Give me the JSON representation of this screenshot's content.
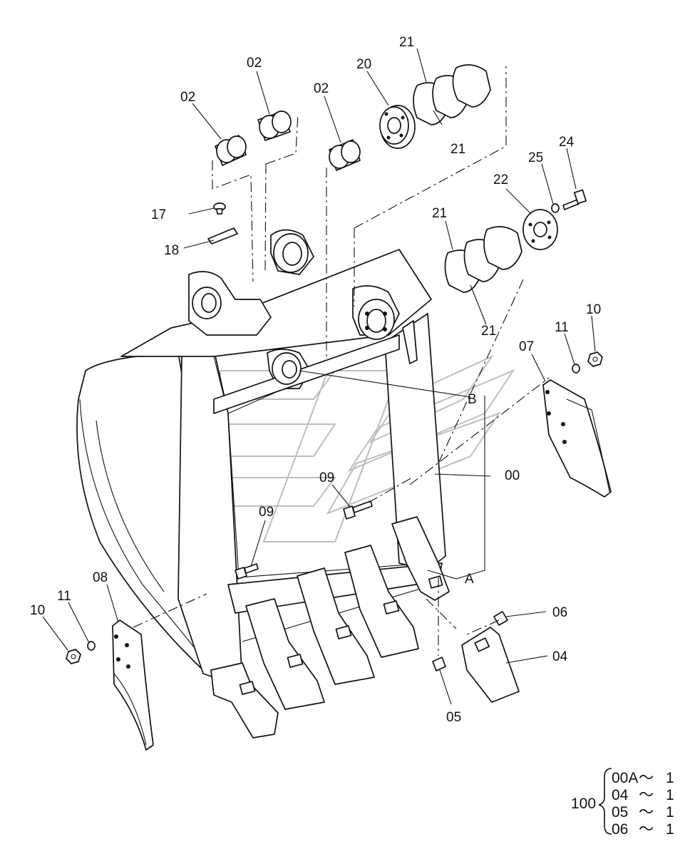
{
  "diagram": {
    "callouts": {
      "p02a": "02",
      "p02b": "02",
      "p02c": "02",
      "p20": "20",
      "p21a": "21",
      "p21b": "21",
      "p21c": "21",
      "p21d": "21",
      "p24": "24",
      "p25": "25",
      "p22": "22",
      "p17": "17",
      "p18": "18",
      "p10a": "10",
      "p11a": "11",
      "p07": "07",
      "pB": "B",
      "p00": "00",
      "p09a": "09",
      "p09b": "09",
      "p08": "08",
      "p11b": "11",
      "p10b": "10",
      "pA": "A",
      "p06": "06",
      "p04": "04",
      "p05": "05"
    },
    "kit": {
      "number": "100",
      "rows": [
        {
          "part": "00A",
          "sep": "～",
          "qty": "1"
        },
        {
          "part": "04",
          "sep": "～",
          "qty": "1"
        },
        {
          "part": "05",
          "sep": "～",
          "qty": "1"
        },
        {
          "part": "06",
          "sep": "～",
          "qty": "1"
        }
      ]
    }
  }
}
